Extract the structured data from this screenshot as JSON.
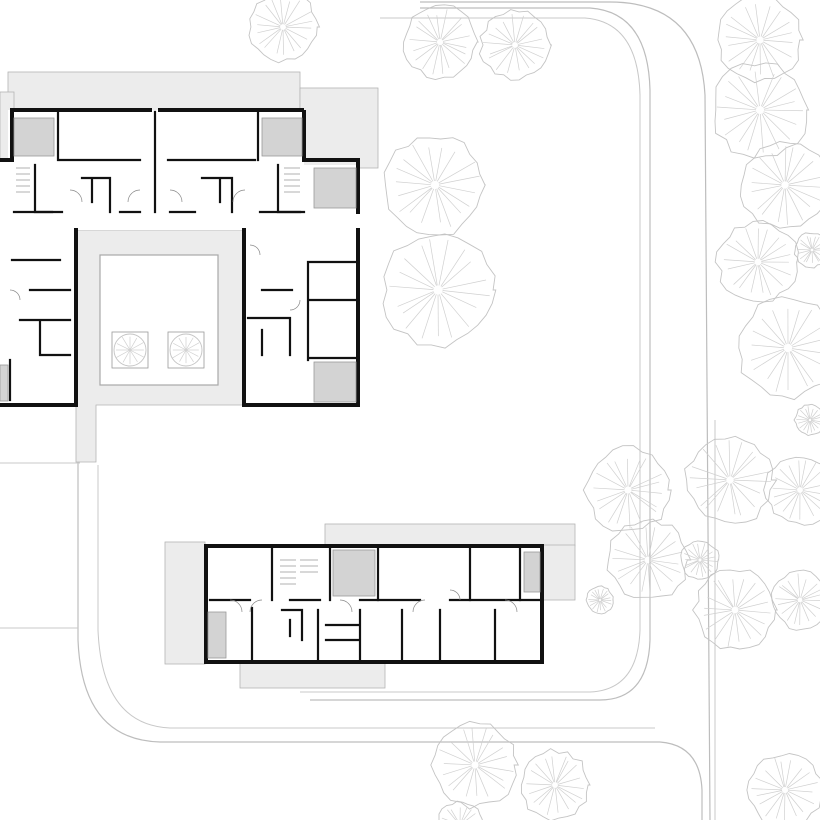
{
  "drawing": {
    "kind": "site-plan",
    "colors": {
      "background": "#ffffff",
      "wall": "#111111",
      "paving": "#ececec",
      "service_cores": "#d3d3d3",
      "vegetation": "#c4c4c4",
      "roads": "#bdbdbd"
    }
  },
  "elements": {
    "buildings": [
      "courtyard-block",
      "linear-block"
    ],
    "tree_count": 24
  }
}
